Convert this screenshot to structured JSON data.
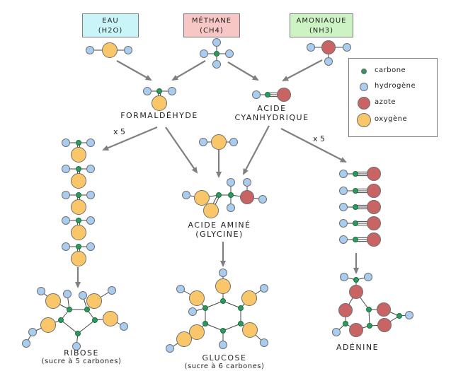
{
  "sources": {
    "water": {
      "name": "EAU",
      "formula": "(H2O)",
      "color": "#c9f4f8"
    },
    "methane": {
      "name": "MÉTHANE",
      "formula": "(CH4)",
      "color": "#f6c7c4"
    },
    "ammonia": {
      "name": "AMONIAQUE",
      "formula": "(NH3)",
      "color": "#cdf2c4"
    }
  },
  "intermediates": {
    "formaldehyde": "FORMALDÉHYDE",
    "hcn_line1": "ACIDE",
    "hcn_line2": "CYANHYDRIQUE"
  },
  "multipliers": {
    "left": "x 5",
    "right": "x 5"
  },
  "products": {
    "glycine_line1": "ACIDE AMINÉ",
    "glycine_line2": "(GLYCINE)",
    "ribose": "RIBOSE",
    "ribose_sub": "(sucre à 5 carbones)",
    "glucose": "GLUCOSE",
    "glucose_sub": "(sucre à 6 carbones)",
    "adenine": "ADÉNINE"
  },
  "legend": {
    "carbon": "carbone",
    "hydrogen": "hydrogène",
    "nitrogen": "azote",
    "oxygen": "oxygène"
  },
  "atom_colors": {
    "carbon": "#2c9a5a",
    "hydrogen": "#a9cdf1",
    "nitrogen": "#c96464",
    "oxygen": "#f9c66a",
    "arrow": "#7f7f7f"
  }
}
